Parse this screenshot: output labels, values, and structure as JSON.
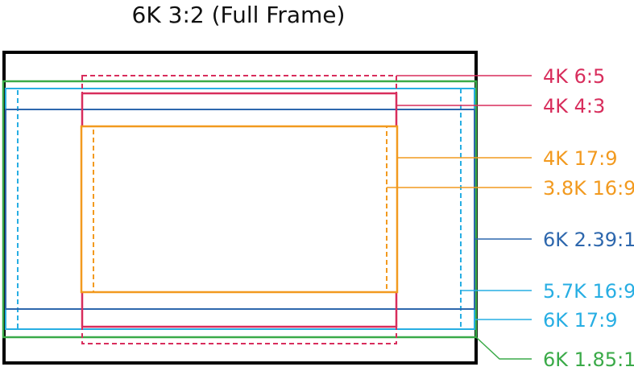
{
  "title": "6K 3:2 (Full Frame)",
  "colors": {
    "frame": "#000000",
    "red": "#d82d5c",
    "orange": "#f29a1f",
    "dark_blue": "#2d67ad",
    "light_blue": "#27aee3",
    "green": "#3aaa48"
  },
  "formats": [
    {
      "key": "4k_6_5",
      "label": "4K 6:5",
      "color": "red"
    },
    {
      "key": "4k_4_3",
      "label": "4K 4:3",
      "color": "red"
    },
    {
      "key": "4k_17_9",
      "label": "4K 17:9",
      "color": "orange"
    },
    {
      "key": "3_8k_16_9",
      "label": "3.8K 16:9",
      "color": "orange"
    },
    {
      "key": "6k_2_39_1",
      "label": "6K 2.39:1",
      "color": "dark_blue"
    },
    {
      "key": "5_7k_16_9",
      "label": "5.7K 16:9",
      "color": "light_blue"
    },
    {
      "key": "6k_17_9",
      "label": "6K 17:9",
      "color": "light_blue"
    },
    {
      "key": "6k_1_85_1",
      "label": "6K 1.85:1",
      "color": "green"
    }
  ]
}
